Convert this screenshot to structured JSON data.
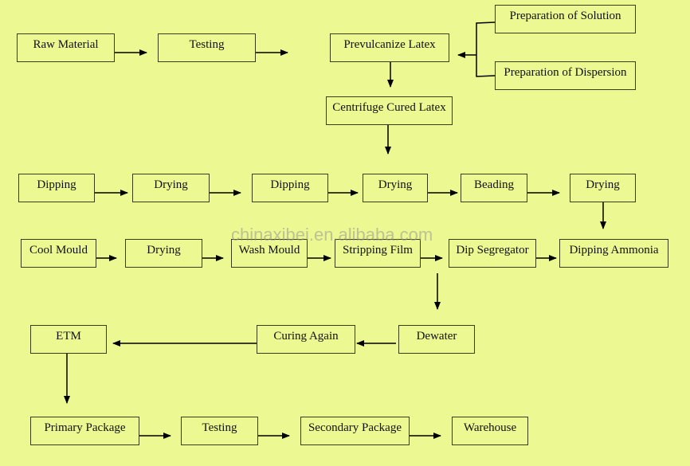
{
  "colors": {
    "background": "#ecf891",
    "border": "#3a3d10",
    "text": "#111111"
  },
  "nodes": {
    "raw_material": "Raw Material",
    "testing_1": "Testing",
    "prevulcanize_latex": "Prevulcanize Latex",
    "preparation_of_solution": "Preparation of Solution",
    "preparation_of_dispersion": "Preparation of Dispersion",
    "centrifuge_cured_latex": "Centrifuge Cured Latex",
    "dipping_1": "Dipping",
    "drying_1": "Drying",
    "dipping_2": "Dipping",
    "drying_2": "Drying",
    "beading": "Beading",
    "drying_3": "Drying",
    "cool_mould": "Cool Mould",
    "drying_4": "Drying",
    "wash_mould": "Wash Mould",
    "stripping_film": "Stripping Film",
    "dip_segregator": "Dip Segregator",
    "dipping_ammonia": "Dipping Ammonia",
    "etm": "ETM",
    "curing_again": "Curing Again",
    "dewater": "Dewater",
    "primary_package": "Primary Package",
    "testing_2": "Testing",
    "secondary_package": "Secondary Package",
    "warehouse": "Warehouse"
  },
  "watermark": "chinaxibei.en.alibaba.com"
}
